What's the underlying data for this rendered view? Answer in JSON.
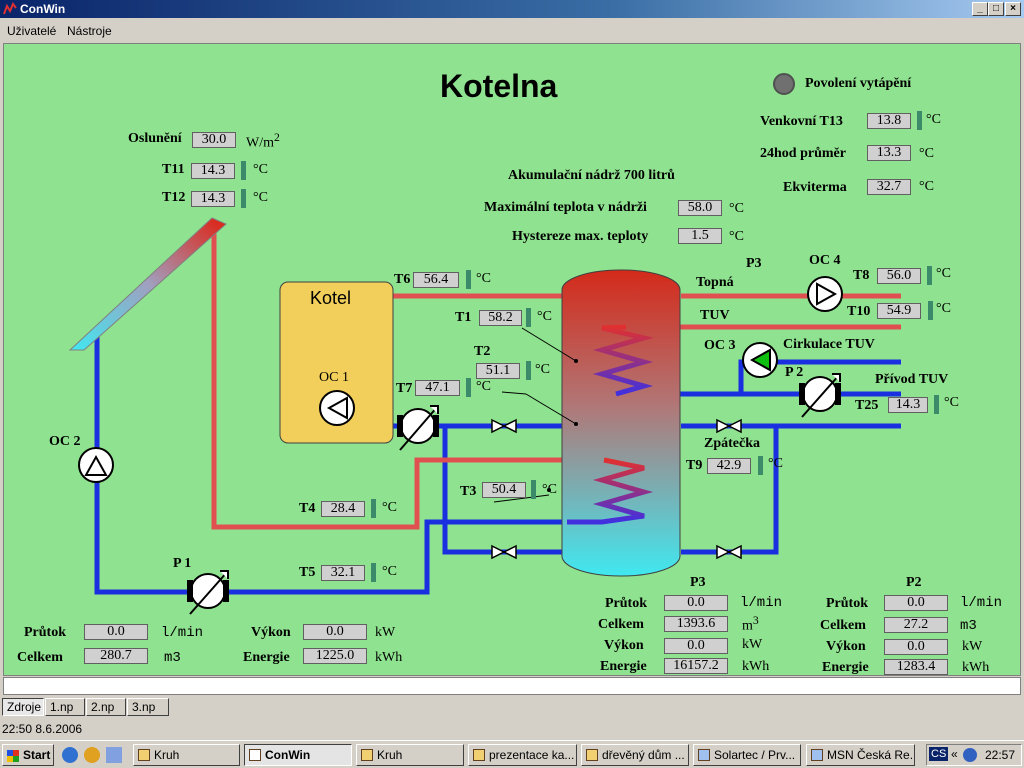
{
  "window": {
    "title": "ConWin"
  },
  "menu": [
    "Uživatelé",
    "Nástroje"
  ],
  "scada": {
    "title": "Kotelna",
    "heating_enable": "Povolení vytápění",
    "kotel_label": "Kotel",
    "solar": {
      "label": "Oslunění",
      "value": "30.0",
      "unit": "W/m",
      "unit_sup": "2"
    },
    "t11": {
      "label": "T11",
      "value": "14.3",
      "unit": "°C"
    },
    "t12": {
      "label": "T12",
      "value": "14.3",
      "unit": "°C"
    },
    "tank_label": "Akumulační nádrž 700 litrů",
    "max_temp": {
      "label": "Maximální teplota v nádrži",
      "value": "58.0",
      "unit": "°C"
    },
    "hysteresis": {
      "label": "Hystereze max. teploty",
      "value": "1.5",
      "unit": "°C"
    },
    "outdoor": {
      "label": "Venkovní T13",
      "value": "13.8",
      "unit": "°C"
    },
    "avg24": {
      "label": "24hod průměr",
      "value": "13.3",
      "unit": "°C"
    },
    "ekviterma": {
      "label": "Ekviterma",
      "value": "32.7",
      "unit": "°C"
    },
    "t6": {
      "label": "T6",
      "value": "56.4",
      "unit": "°C"
    },
    "t1": {
      "label": "T1",
      "value": "58.2",
      "unit": "°C"
    },
    "t2": {
      "label": "T2",
      "value": "51.1",
      "unit": "°C"
    },
    "t7": {
      "label": "T7",
      "value": "47.1",
      "unit": "°C"
    },
    "t3": {
      "label": "T3",
      "value": "50.4",
      "unit": "°C"
    },
    "t4": {
      "label": "T4",
      "value": "28.4",
      "unit": "°C"
    },
    "t5": {
      "label": "T5",
      "value": "32.1",
      "unit": "°C"
    },
    "t8": {
      "label": "T8",
      "value": "56.0",
      "unit": "°C"
    },
    "t10": {
      "label": "T10",
      "value": "54.9",
      "unit": "°C"
    },
    "t25": {
      "label": "T25",
      "value": "14.3",
      "unit": "°C"
    },
    "t9": {
      "label": "T9",
      "value": "42.9",
      "unit": "°C"
    },
    "pipe_labels": {
      "topna": "Topná",
      "tuv": "TUV",
      "p3": "P3",
      "cirk": "Cirkulace TUV",
      "privod": "Přívod TUV",
      "zpatecka": "Zpátečka"
    },
    "pumps": {
      "oc1": "OC 1",
      "oc2": "OC 2",
      "oc3": "OC 3",
      "oc4": "OC 4",
      "p1": "P 1",
      "p2": "P 2"
    },
    "p1_stats": {
      "prutok_label": "Průtok",
      "prutok": "0.0",
      "prutok_unit": "l/min",
      "celkem_label": "Celkem",
      "celkem": "280.7",
      "celkem_unit": "m3",
      "vykon_label": "Výkon",
      "vykon": "0.0",
      "vykon_unit": "kW",
      "energie_label": "Energie",
      "energie": "1225.0",
      "energie_unit": "kWh"
    },
    "p3_stats": {
      "title": "P3",
      "prutok_label": "Průtok",
      "prutok": "0.0",
      "prutok_unit": "l/min",
      "celkem_label": "Celkem",
      "celkem": "1393.6",
      "celkem_unit": "m",
      "celkem_sup": "3",
      "vykon_label": "Výkon",
      "vykon": "0.0",
      "vykon_unit": "kW",
      "energie_label": "Energie",
      "energie": "16157.2",
      "energie_unit": "kWh"
    },
    "p2_stats": {
      "title": "P2",
      "prutok_label": "Průtok",
      "prutok": "0.0",
      "prutok_unit": "l/min",
      "celkem_label": "Celkem",
      "celkem": "27.2",
      "celkem_unit": "m3",
      "vykon_label": "Výkon",
      "vykon": "0.0",
      "vykon_unit": "kW",
      "energie_label": "Energie",
      "energie": "1283.4",
      "energie_unit": "kWh"
    }
  },
  "tabs": [
    "Zdroje",
    "1.np",
    "2.np",
    "3.np"
  ],
  "status": "22:50  8.6.2006",
  "taskbar": {
    "start": "Start",
    "items": [
      "Kruh",
      "ConWin",
      "Kruh",
      "prezentace ka...",
      "dřevěný dům ...",
      "Solartec / Prv...",
      "MSN Česká Re..."
    ],
    "tray_cs": "CS",
    "tray_arrows": "«",
    "clock": "22:57"
  },
  "colors": {
    "hot": "#e05050",
    "cold": "#1a2fe0",
    "panel_bg": "#8fe28f",
    "kotel": "#f2cf5a",
    "pump_active": "#10c010"
  }
}
